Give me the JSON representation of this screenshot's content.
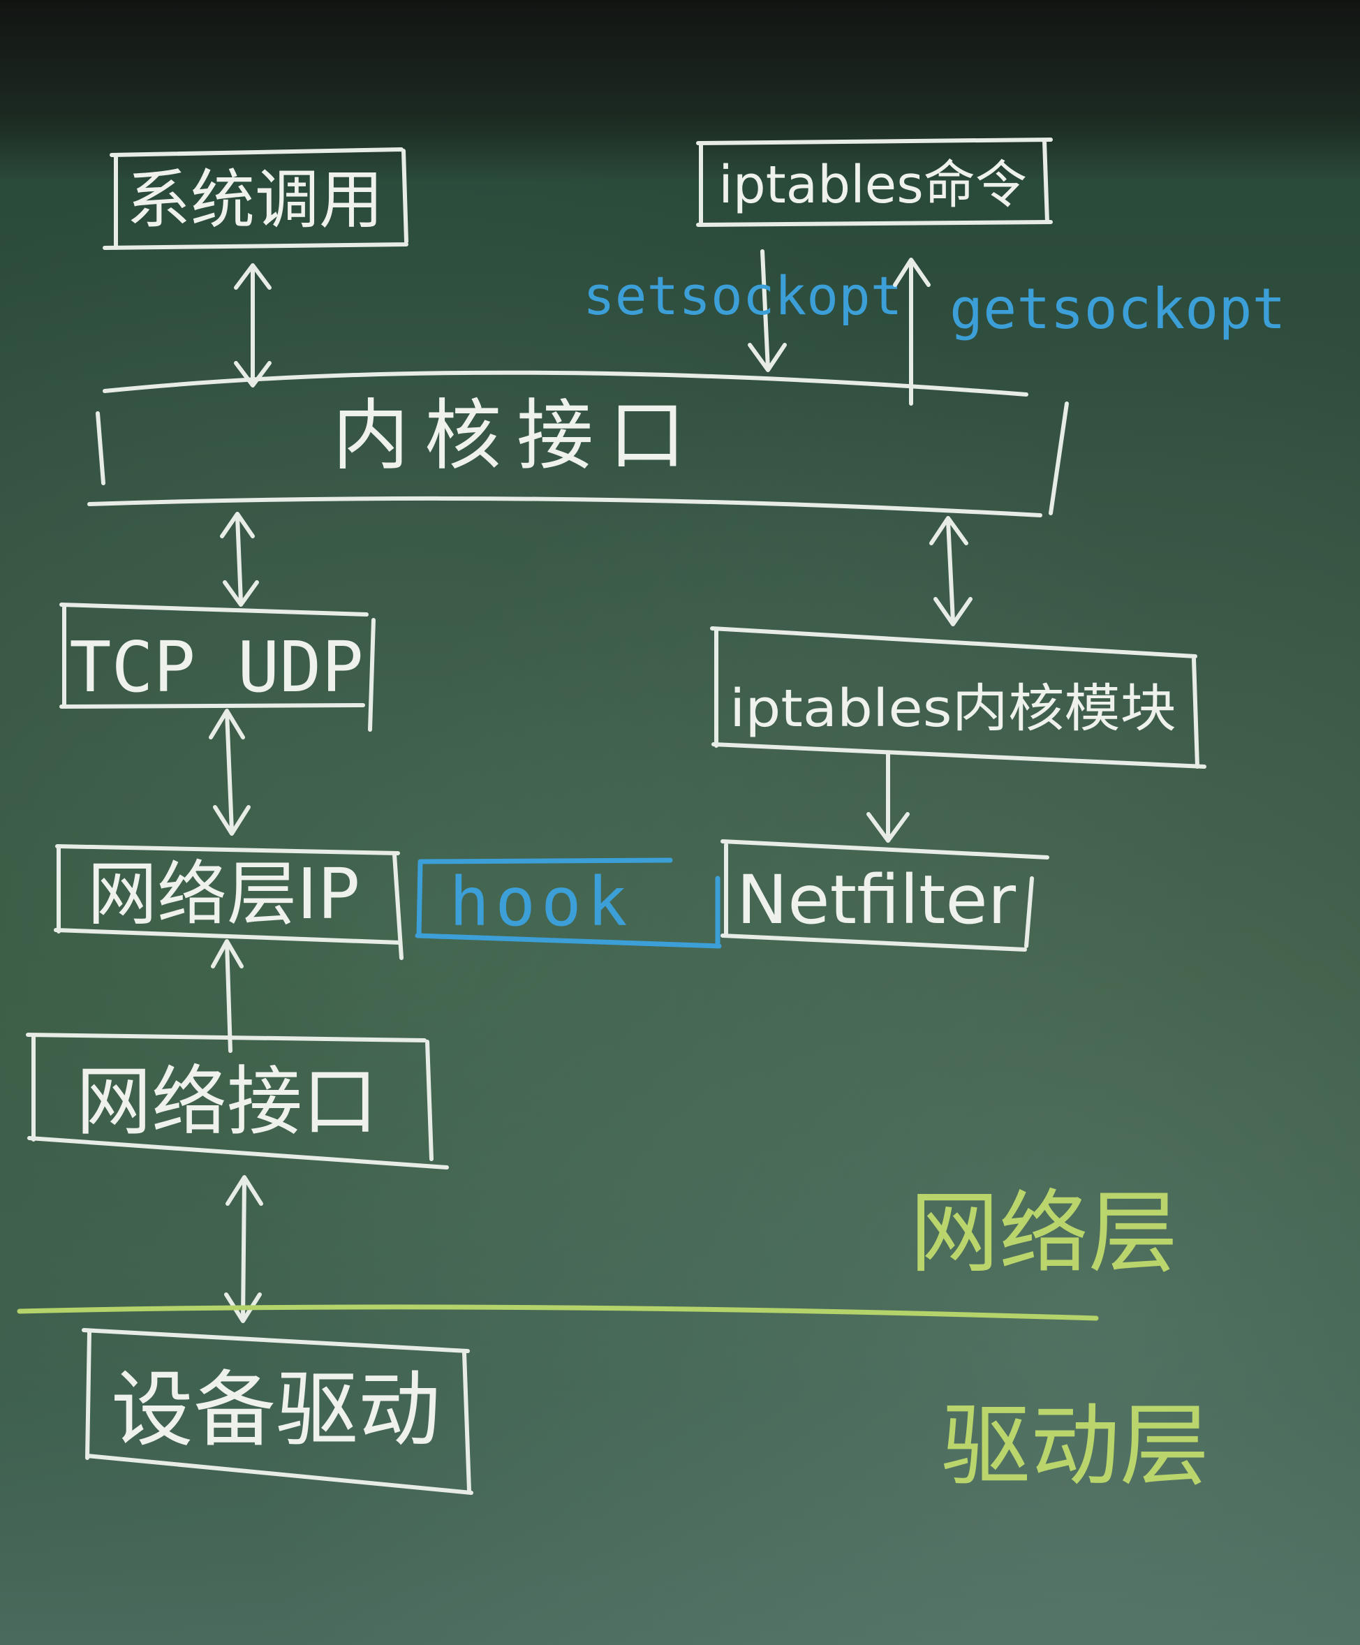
{
  "nodes": {
    "syscall": "系统调用",
    "iptables_cmd": "iptables命令",
    "kernel_interface": "内核接口",
    "tcp_udp": "TCP UDP",
    "iptables_module": "iptables内核模块",
    "network_layer_ip": "网络层IP",
    "hook": "hook",
    "netfilter": "Netfilter",
    "network_interface": "网络接口",
    "device_driver": "设备驱动"
  },
  "edge_labels": {
    "setsockopt": "setsockopt",
    "getsockopt": "getsockopt"
  },
  "layers": {
    "network_layer": "网络层",
    "driver_layer": "驱动层"
  },
  "colors": {
    "chalk_white": "#e8ece6",
    "chalk_blue": "#3d9fd8",
    "chalk_green": "#b4d36a",
    "board": "#33503f"
  }
}
